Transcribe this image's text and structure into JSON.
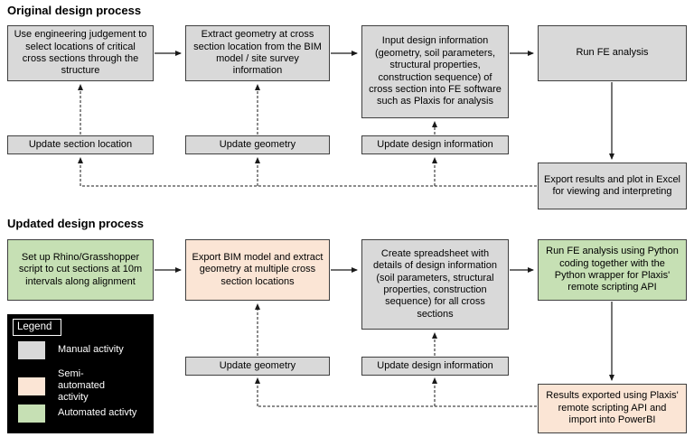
{
  "colors": {
    "manual_fill": "#d9d9d9",
    "semi_automated_fill": "#fbe5d5",
    "automated_fill": "#c6e0b4",
    "box_border": "#3f3f3f",
    "legend_background": "#000000",
    "arrow": "#1a1a1a"
  },
  "original": {
    "heading": "Original design process",
    "steps": [
      "Use engineering judgement to select locations of critical cross sections through the structure",
      "Extract geometry at cross section location from the BIM model / site survey information",
      "Input design information (geometry, soil parameters, structural properties, construction sequence) of cross section into FE software such as Plaxis for analysis",
      "Run FE analysis"
    ],
    "updates": [
      "Update section location",
      "Update geometry",
      "Update design information"
    ],
    "export": "Export results and plot in Excel for viewing and interpreting"
  },
  "updated": {
    "heading": "Updated design process",
    "steps": [
      "Set up Rhino/Grasshopper script to cut sections at 10m intervals along alignment",
      "Export BIM model and extract geometry at multiple cross section locations",
      "Create spreadsheet with details of design information (soil parameters, structural properties, construction sequence) for all cross sections",
      "Run FE analysis using Python coding together with the Python wrapper for Plaxis' remote scripting API"
    ],
    "updates": [
      "Update geometry",
      "Update design information"
    ],
    "results": "Results exported using Plaxis' remote scripting API and import into PowerBI"
  },
  "legend": {
    "title": "Legend",
    "items": [
      {
        "label": "Manual activity",
        "type": "manual"
      },
      {
        "label": "Semi-automated activity",
        "type": "semi-automated"
      },
      {
        "label": "Automated activty",
        "type": "automated"
      }
    ]
  }
}
